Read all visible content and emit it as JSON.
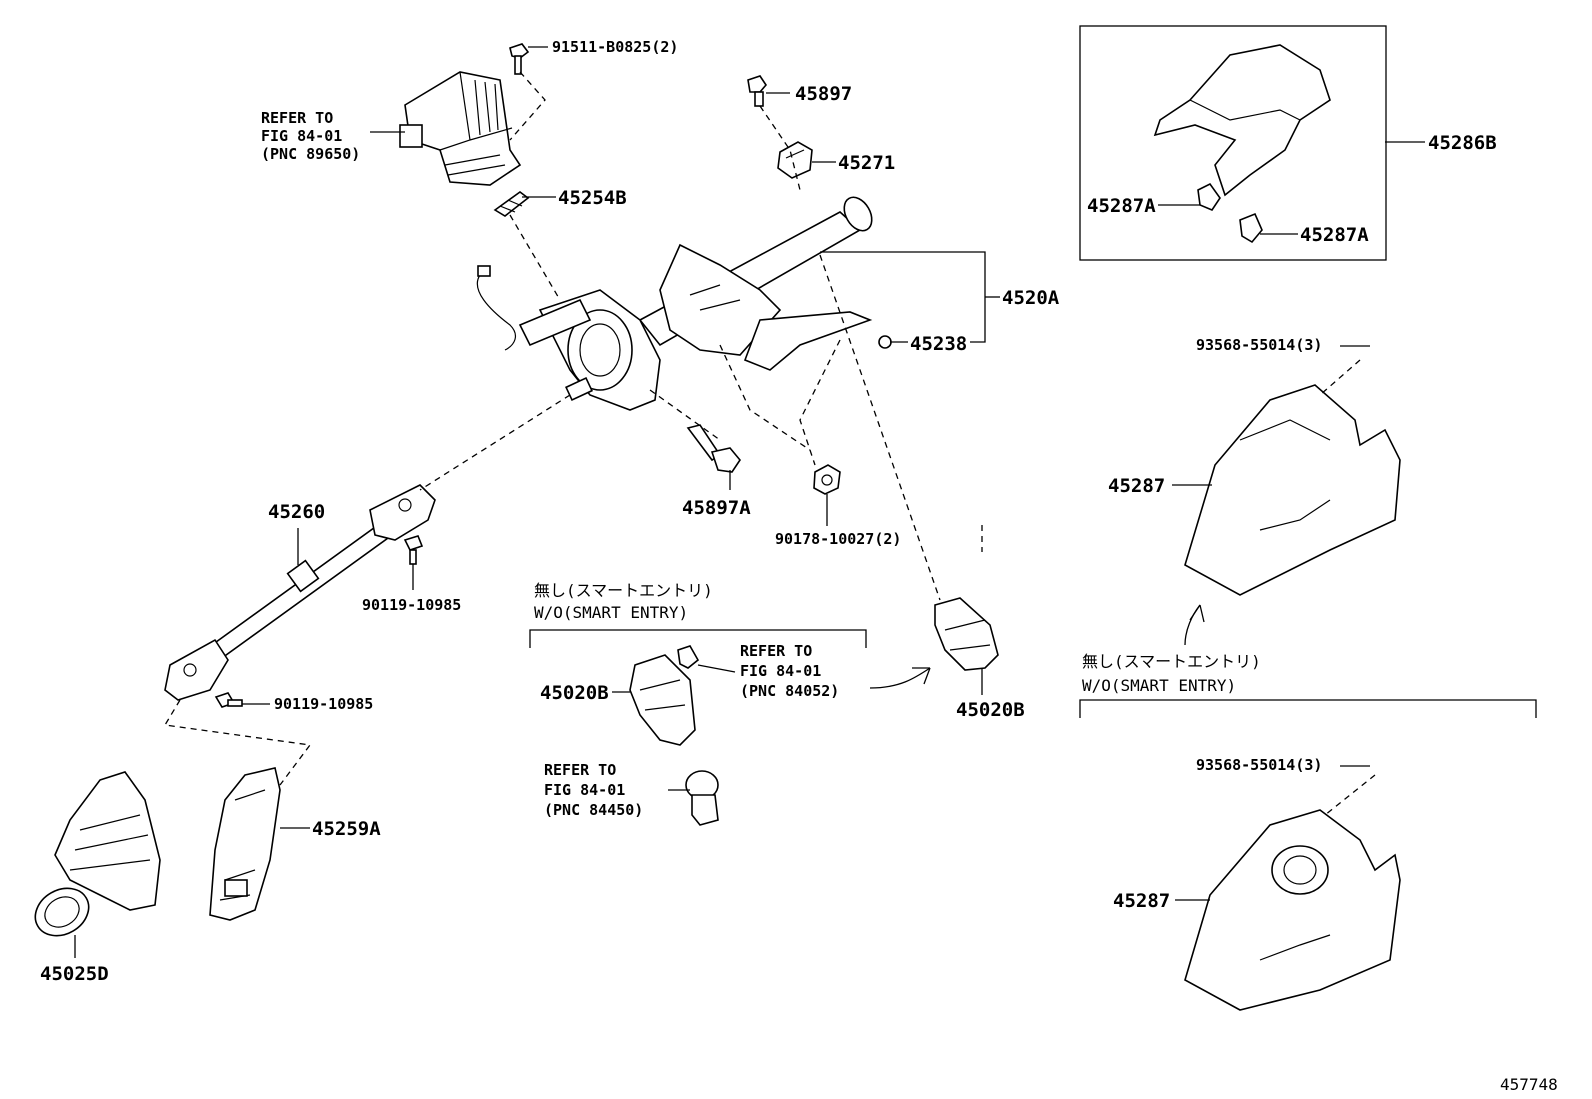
{
  "labels": {
    "p91511": "91511-B0825(2)",
    "p45897": "45897",
    "p45271": "45271",
    "p45254B": "45254B",
    "p4520A": "4520A",
    "p45238": "45238",
    "p45897A": "45897A",
    "p90178": "90178-10027(2)",
    "p45260": "45260",
    "p90119a": "90119-10985",
    "p90119b": "90119-10985",
    "p45020B_left": "45020B",
    "p45020B_right": "45020B",
    "p45259A": "45259A",
    "p45025D": "45025D",
    "p45286B": "45286B",
    "p45287A_1": "45287A",
    "p45287A_2": "45287A",
    "p93568_1": "93568-55014(3)",
    "p93568_2": "93568-55014(3)",
    "p45287_1": "45287",
    "p45287_2": "45287"
  },
  "refs": {
    "r89650": [
      "REFER TO",
      "FIG 84-01",
      "(PNC 89650)"
    ],
    "r84052": [
      "REFER TO",
      "FIG 84-01",
      "(PNC 84052)"
    ],
    "r84450": [
      "REFER TO",
      "FIG 84-01",
      "(PNC 84450)"
    ]
  },
  "notes": {
    "center": [
      "無し(スマートエントリ)",
      "W/O(SMART ENTRY)"
    ],
    "right": [
      "無し(スマートエントリ)",
      "W/O(SMART ENTRY)"
    ]
  },
  "figure_id": "457748"
}
